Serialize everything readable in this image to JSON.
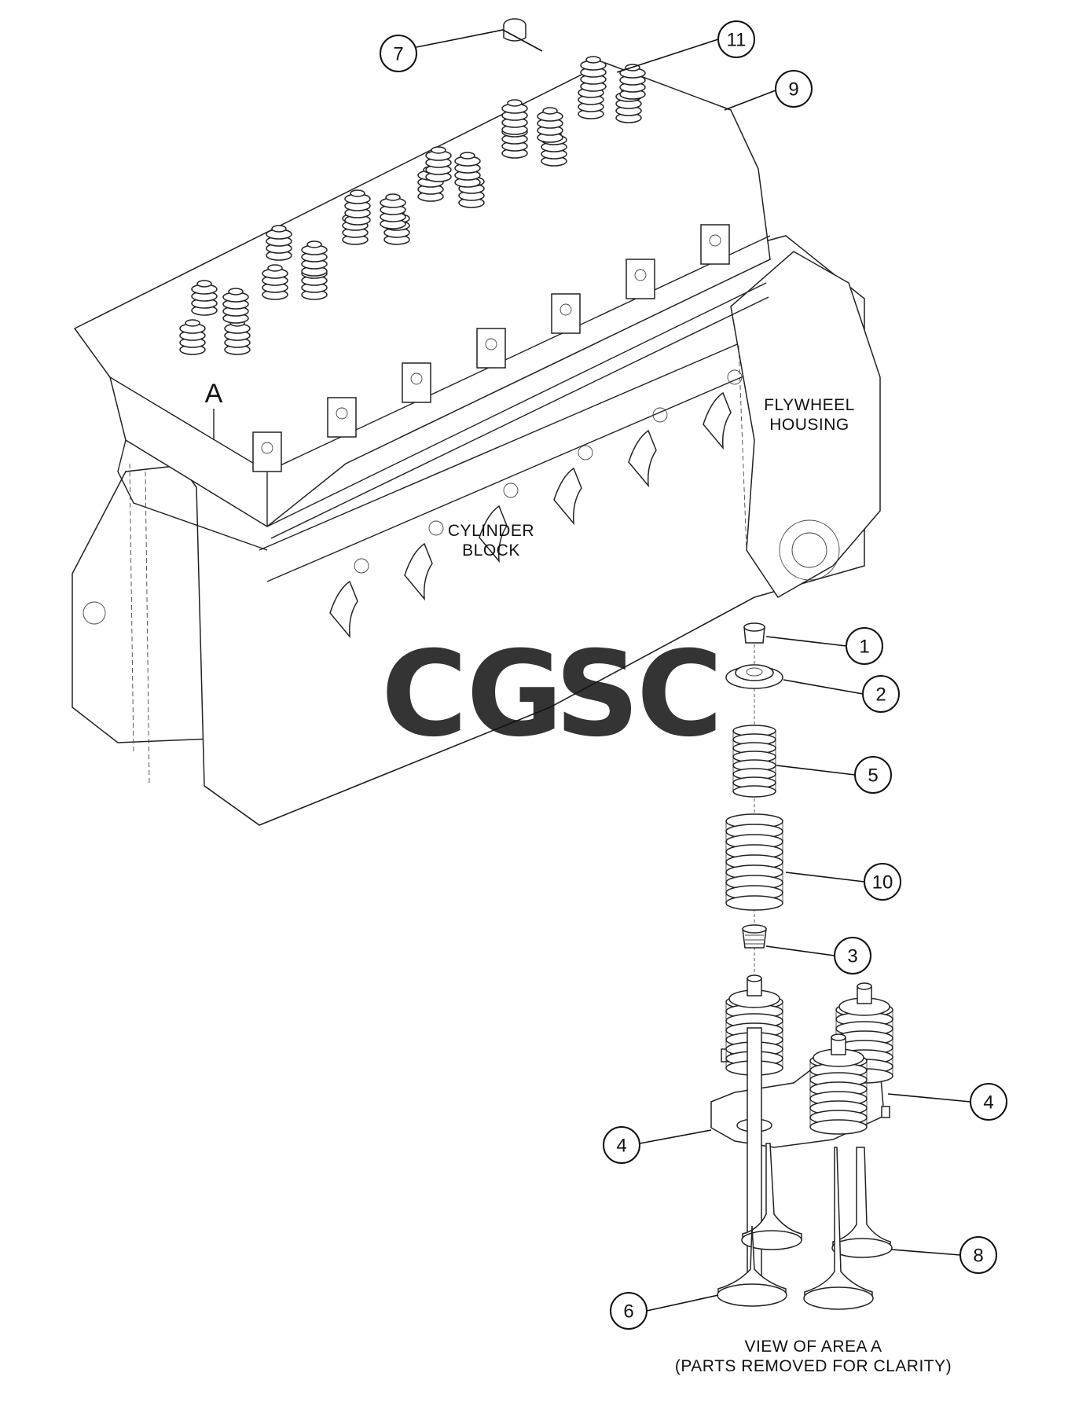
{
  "diagram": {
    "view_label_letter": "A",
    "labels": {
      "flywheel_housing": [
        "FLYWHEEL",
        "HOUSING"
      ],
      "cylinder_block": [
        "CYLINDER",
        "BLOCK"
      ],
      "view_caption": [
        "VIEW OF AREA A",
        "(PARTS REMOVED FOR CLARITY)"
      ]
    },
    "watermark": {
      "letters": [
        "C",
        "G",
        "S",
        "C"
      ],
      "colors": [
        "#4f86f7",
        "#f08a87",
        "#f7d96b",
        "#5bb38c"
      ]
    },
    "callouts": [
      "7",
      "11",
      "9",
      "1",
      "2",
      "5",
      "10",
      "3",
      "4",
      "4",
      "8",
      "6"
    ]
  }
}
